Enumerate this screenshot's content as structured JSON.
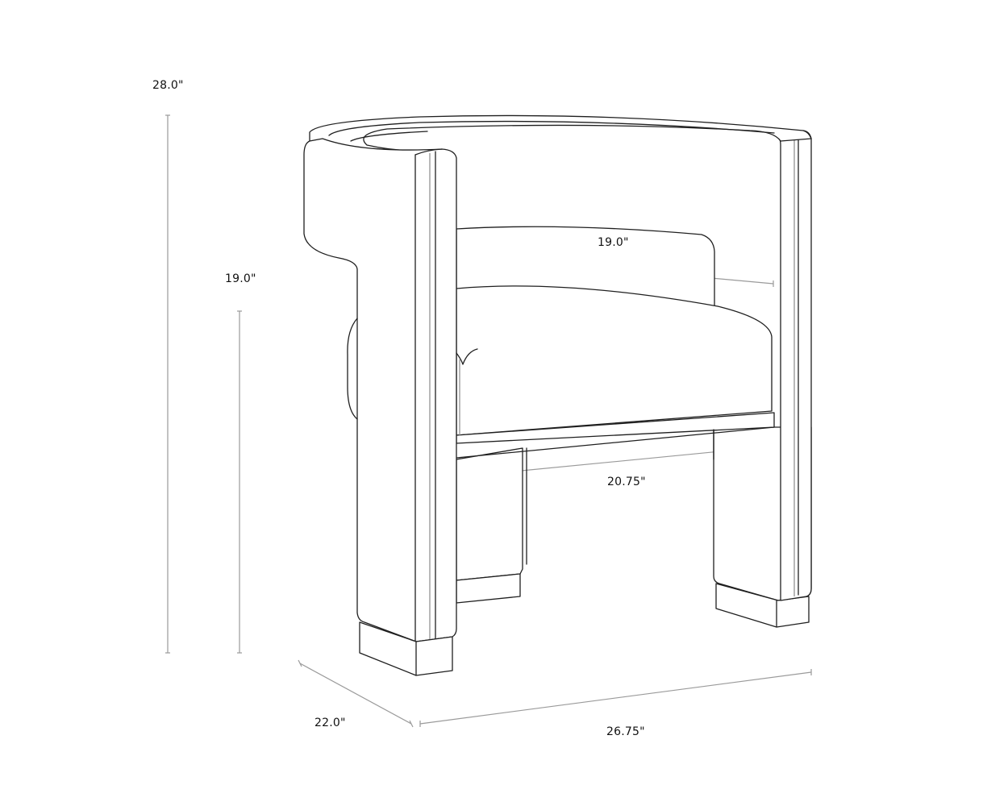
{
  "diagram": {
    "type": "product-dimension-drawing",
    "subject": "barrel-back lounge chair (line drawing)",
    "line_color": "#1f1f1f",
    "dimension_line_color": "#9a9a9a",
    "background": "#ffffff"
  },
  "dimensions": {
    "overall_height": "28.0\"",
    "seat_height": "19.0\"",
    "seat_width": "19.0\"",
    "inner_width": "20.75\"",
    "depth": "22.0\"",
    "overall_width": "26.75\""
  }
}
